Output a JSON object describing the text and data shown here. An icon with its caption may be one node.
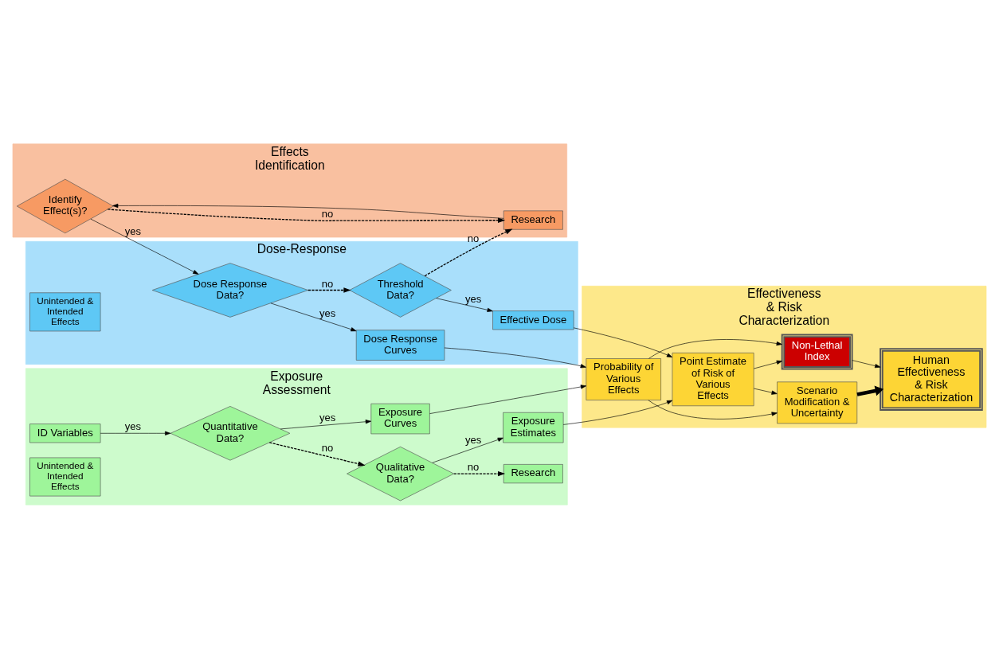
{
  "diagram": {
    "nodes": [
      {
        "text": [
          "Effects Identification"
        ]
      },
      {
        "text": [
          "Identify Effect(s)?"
        ],
        "in": 0
      },
      {
        "text": [
          "Research"
        ],
        "in": 0
      },
      {
        "text": [
          "Dose-Response"
        ]
      },
      {
        "text": [
          "Dose Response Data?"
        ],
        "in": 3
      },
      {
        "text": [
          "Dose Response Curves"
        ],
        "in": 3
      },
      {
        "text": [
          "Unintended & Intended Effects"
        ],
        "in": 3
      },
      {
        "text": [
          "Threshold Data?"
        ],
        "in": 3
      },
      {
        "text": [
          "Effective Dose"
        ],
        "in": 3
      },
      {
        "text": [
          "Exposure Assessment"
        ]
      },
      {
        "text": [
          "ID Variables"
        ],
        "in": 9
      },
      {
        "text": [
          "Quantitative Data?"
        ],
        "in": 9
      },
      {
        "text": [
          "Exposure Curves"
        ],
        "in": 9
      },
      {
        "text": [
          "Unintended & Intended Effects"
        ],
        "in": 9
      },
      {
        "text": [
          "Qualitative Data?"
        ],
        "in": 9
      },
      {
        "text": [
          "Research"
        ],
        "in": 9
      },
      {
        "text": [
          "Exposure Estimates"
        ],
        "in": 9
      },
      {
        "text": [
          "Effectiveness & Risk Characterization"
        ]
      },
      {
        "text": [
          "Probability of Various Effects"
        ],
        "in": 17
      },
      {
        "text": [
          "Scenario Modification & Uncertainty"
        ],
        "in": 17
      },
      {
        "text": [
          "Point Estimate of Risk of Various Effects"
        ],
        "in": 17
      },
      {
        "text": [
          "Non-Lethal Index"
        ],
        "in": 17
      },
      {
        "text": [
          "Human Effectiveness & Risk Characterization"
        ],
        "in": 17
      }
    ],
    "edges": [
      {
        "from": 1,
        "to": 4,
        "arrow": "to",
        "label": "yes"
      },
      {
        "from": 1,
        "to": 2,
        "arrow": "to",
        "label": "no",
        "style": "dashed"
      },
      {
        "from": 2,
        "to": 1,
        "arrow": "to"
      },
      {
        "from": 4,
        "to": 5,
        "arrow": "to",
        "label": "yes"
      },
      {
        "from": 4,
        "to": 7,
        "arrow": "to",
        "label": "no",
        "style": "dashed"
      },
      {
        "from": 7,
        "to": 2,
        "arrow": "to",
        "label": "no",
        "style": "dashed"
      },
      {
        "from": 7,
        "to": 8,
        "arrow": "to",
        "label": "yes"
      },
      {
        "from": 10,
        "to": 11,
        "arrow": "to",
        "label": "yes"
      },
      {
        "from": 11,
        "to": 12,
        "arrow": "to",
        "label": "yes"
      },
      {
        "from": 11,
        "to": 14,
        "arrow": "to",
        "label": "no",
        "style": "dashed"
      },
      {
        "from": 14,
        "to": 15,
        "arrow": "to",
        "label": "no",
        "style": "dashed"
      },
      {
        "from": 14,
        "to": 16,
        "arrow": "to",
        "label": "yes"
      },
      {
        "from": 5,
        "to": 18,
        "arrow": "to"
      },
      {
        "from": 8,
        "to": 20,
        "arrow": "to"
      },
      {
        "from": 12,
        "to": 18,
        "arrow": "to"
      },
      {
        "from": 16,
        "to": 20,
        "arrow": "to"
      },
      {
        "from": 18,
        "to": 19,
        "arrow": "to"
      },
      {
        "from": 20,
        "to": 19,
        "arrow": "to"
      },
      {
        "from": 18,
        "to": 21,
        "arrow": "to"
      },
      {
        "from": 20,
        "to": 21,
        "arrow": "to"
      },
      {
        "from": 19,
        "to": 22,
        "arrow": "to",
        "style": "thick"
      },
      {
        "from": 21,
        "to": 22,
        "arrow": "to"
      }
    ]
  }
}
